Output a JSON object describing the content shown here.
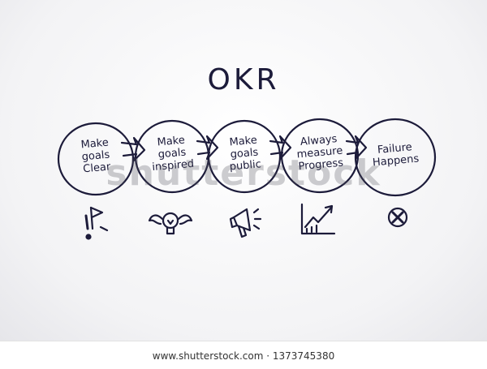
{
  "title": "OKR",
  "steps": [
    {
      "lines": [
        "Make",
        "goals",
        "Clear"
      ]
    },
    {
      "lines": [
        "Make",
        "goals",
        "inspired"
      ]
    },
    {
      "lines": [
        "Make",
        "goals",
        "public"
      ]
    },
    {
      "lines": [
        "Always",
        "measure",
        "Progress"
      ]
    },
    {
      "lines": [
        "Failure",
        "Happens"
      ]
    }
  ],
  "icons": [
    "flag-exclamation-icon",
    "winged-lightbulb-icon",
    "megaphone-icon",
    "rising-chart-icon",
    "cross-circle-icon"
  ],
  "watermark": "shutterstock",
  "footer": "www.shutterstock.com · 1373745380",
  "colors": {
    "ink": "#1c1b3a"
  }
}
